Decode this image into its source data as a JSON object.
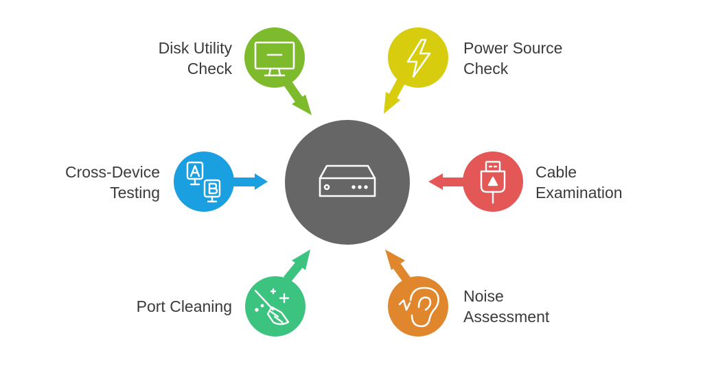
{
  "center": {
    "icon": "hard-drive-icon",
    "color": "#666666"
  },
  "items": [
    {
      "key": "disk-utility-check",
      "label_lines": [
        "Disk Utility",
        "Check"
      ],
      "icon": "monitor-icon",
      "color": "#7dbb2d"
    },
    {
      "key": "power-source-check",
      "label_lines": [
        "Power Source",
        "Check"
      ],
      "icon": "lightning-bolt-icon",
      "color": "#d8cc0f"
    },
    {
      "key": "cross-device-testing",
      "label_lines": [
        "Cross-Device",
        "Testing"
      ],
      "icon": "ab-devices-icon",
      "color": "#1aa0e1"
    },
    {
      "key": "cable-examination",
      "label_lines": [
        "Cable",
        "Examination"
      ],
      "icon": "usb-cable-icon",
      "color": "#e45757"
    },
    {
      "key": "port-cleaning",
      "label_lines": [
        "Port Cleaning"
      ],
      "icon": "broom-sparkle-icon",
      "color": "#3cc37f"
    },
    {
      "key": "noise-assessment",
      "label_lines": [
        "Noise",
        "Assessment"
      ],
      "icon": "ear-icon",
      "color": "#e0872d"
    }
  ]
}
